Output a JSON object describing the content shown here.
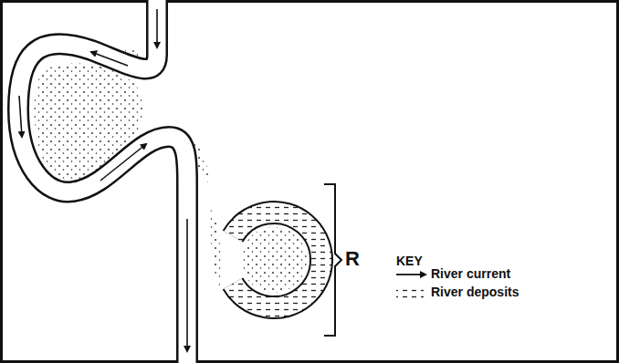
{
  "diagram": {
    "labels": [
      "R",
      "KEY"
    ],
    "legend": [
      {
        "text": "River current"
      },
      {
        "text": "River deposits"
      }
    ]
  }
}
